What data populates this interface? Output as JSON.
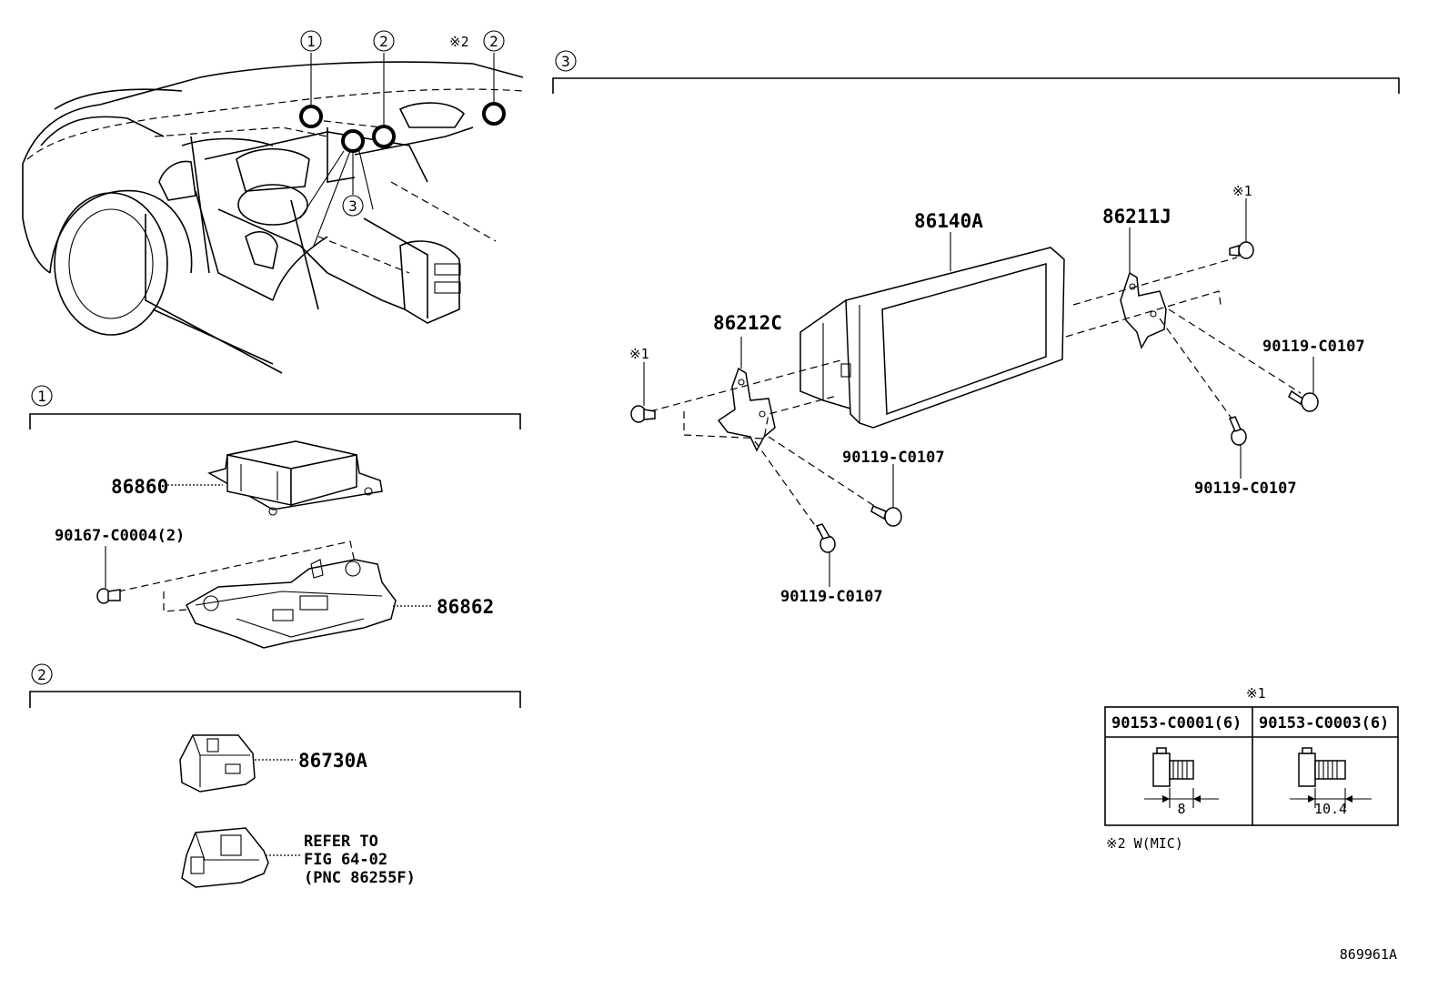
{
  "sections": {
    "s1": "1",
    "s2": "2",
    "s3": "3"
  },
  "car": {
    "callout_1": "1",
    "callout_2a": "2",
    "callout_2b": "2",
    "callout_3": "3",
    "note_mark_2": "※2"
  },
  "section1": {
    "ecu": "86860",
    "bracket": "86862",
    "bolt": "90167-C0004(2)"
  },
  "section2": {
    "switch": "86730A",
    "refer_line1": "REFER TO",
    "refer_line2": "FIG 64-02",
    "refer_line3": "(PNC 86255F)"
  },
  "section3": {
    "display": "86140A",
    "bracket_left": "86212C",
    "bracket_right": "86211J",
    "mark_left": "※1",
    "mark_right": "※1",
    "screw_a": "90119-C0107",
    "screw_b": "90119-C0107",
    "screw_c": "90119-C0107",
    "screw_d": "90119-C0107"
  },
  "bolt_table": {
    "mark": "※1",
    "headers": [
      "90153-C0001(6)",
      "90153-C0003(6)"
    ],
    "lengths": [
      "8",
      "10.4"
    ]
  },
  "footnote": "※2 W(MIC)",
  "figure_id": "869961A"
}
